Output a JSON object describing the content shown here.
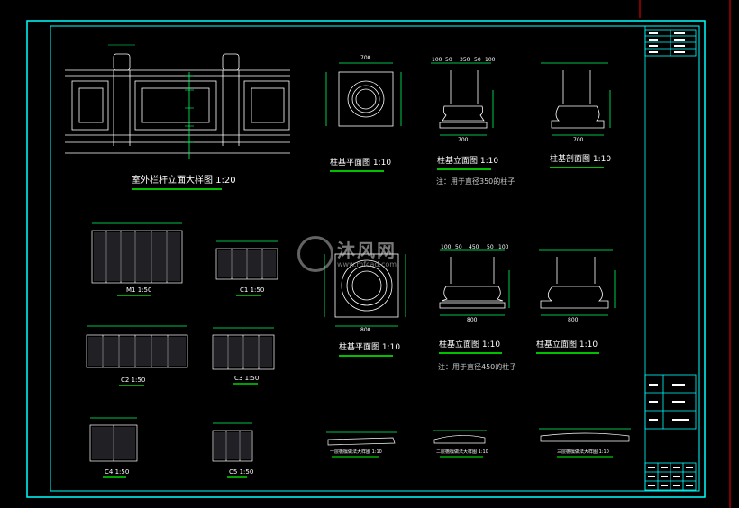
{
  "sheet": {
    "colors": {
      "frame": "#00ffff",
      "line": "#ffffff",
      "underline": "#00ff00",
      "accent": "#ff0000",
      "dim": "#00ff66"
    }
  },
  "railing": {
    "title": "室外栏杆立面大样图 1:20"
  },
  "base350": {
    "plan_title": "柱基平面图 1:10",
    "elev_title": "柱基立面图 1:10",
    "section_title": "柱基剖面图 1:10",
    "note": "注：用于直径350的柱子",
    "plan_dim": "700",
    "elev_dims": [
      "100",
      "50",
      "350",
      "50",
      "100"
    ],
    "elev_width": "700"
  },
  "base450": {
    "plan_title": "柱基平面图 1:10",
    "elev_title": "柱基立面图 1:10",
    "section_title": "柱基立面图 1:10",
    "note": "注：用于直径450的柱子",
    "plan_dim": "800",
    "elev_dims": [
      "100",
      "50",
      "450",
      "50",
      "100"
    ],
    "elev_width": "800"
  },
  "doors": [
    {
      "id": "M1",
      "label": "M1 1:50"
    },
    {
      "id": "C1",
      "label": "C1 1:50"
    },
    {
      "id": "C2",
      "label": "C2 1:50"
    },
    {
      "id": "C3",
      "label": "C3 1:50"
    },
    {
      "id": "C4",
      "label": "C4 1:50"
    },
    {
      "id": "C5",
      "label": "C5 1:50"
    }
  ],
  "profiles": [
    {
      "label": "一层檐檩做法大样图 1:10"
    },
    {
      "label": "二层檐檩做法大样图 1:10"
    },
    {
      "label": "三层檐檩做法大样图 1:10"
    }
  ],
  "watermark": {
    "brand": "沐风网",
    "url": "www.mfcad.com"
  }
}
